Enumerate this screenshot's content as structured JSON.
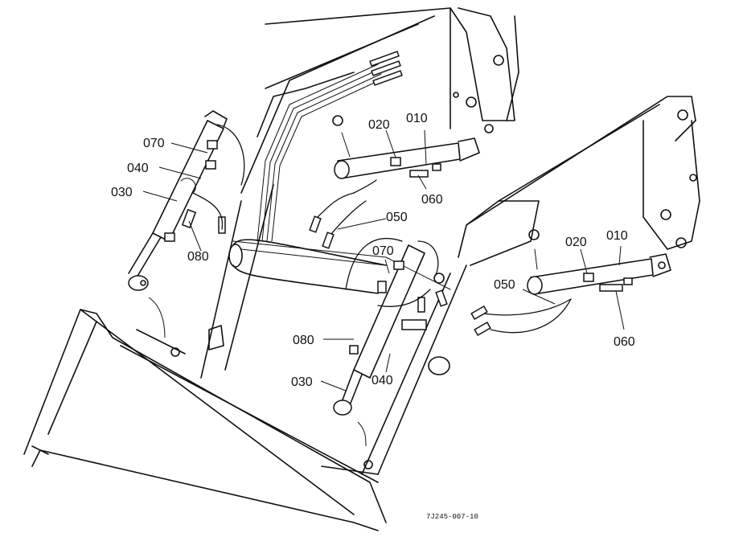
{
  "labels": {
    "upper_left": {
      "l070": "070",
      "l040": "040",
      "l030": "030",
      "l080": "080"
    },
    "upper_mid": {
      "l020": "020",
      "l010": "010",
      "l060": "060",
      "l050": "050"
    },
    "lower_center": {
      "l070": "070",
      "l080": "080",
      "l030": "030",
      "l040": "040"
    },
    "lower_right": {
      "l020": "020",
      "l010": "010",
      "l050": "050",
      "l060": "060"
    }
  },
  "drawing_code": "7J245-007-10"
}
